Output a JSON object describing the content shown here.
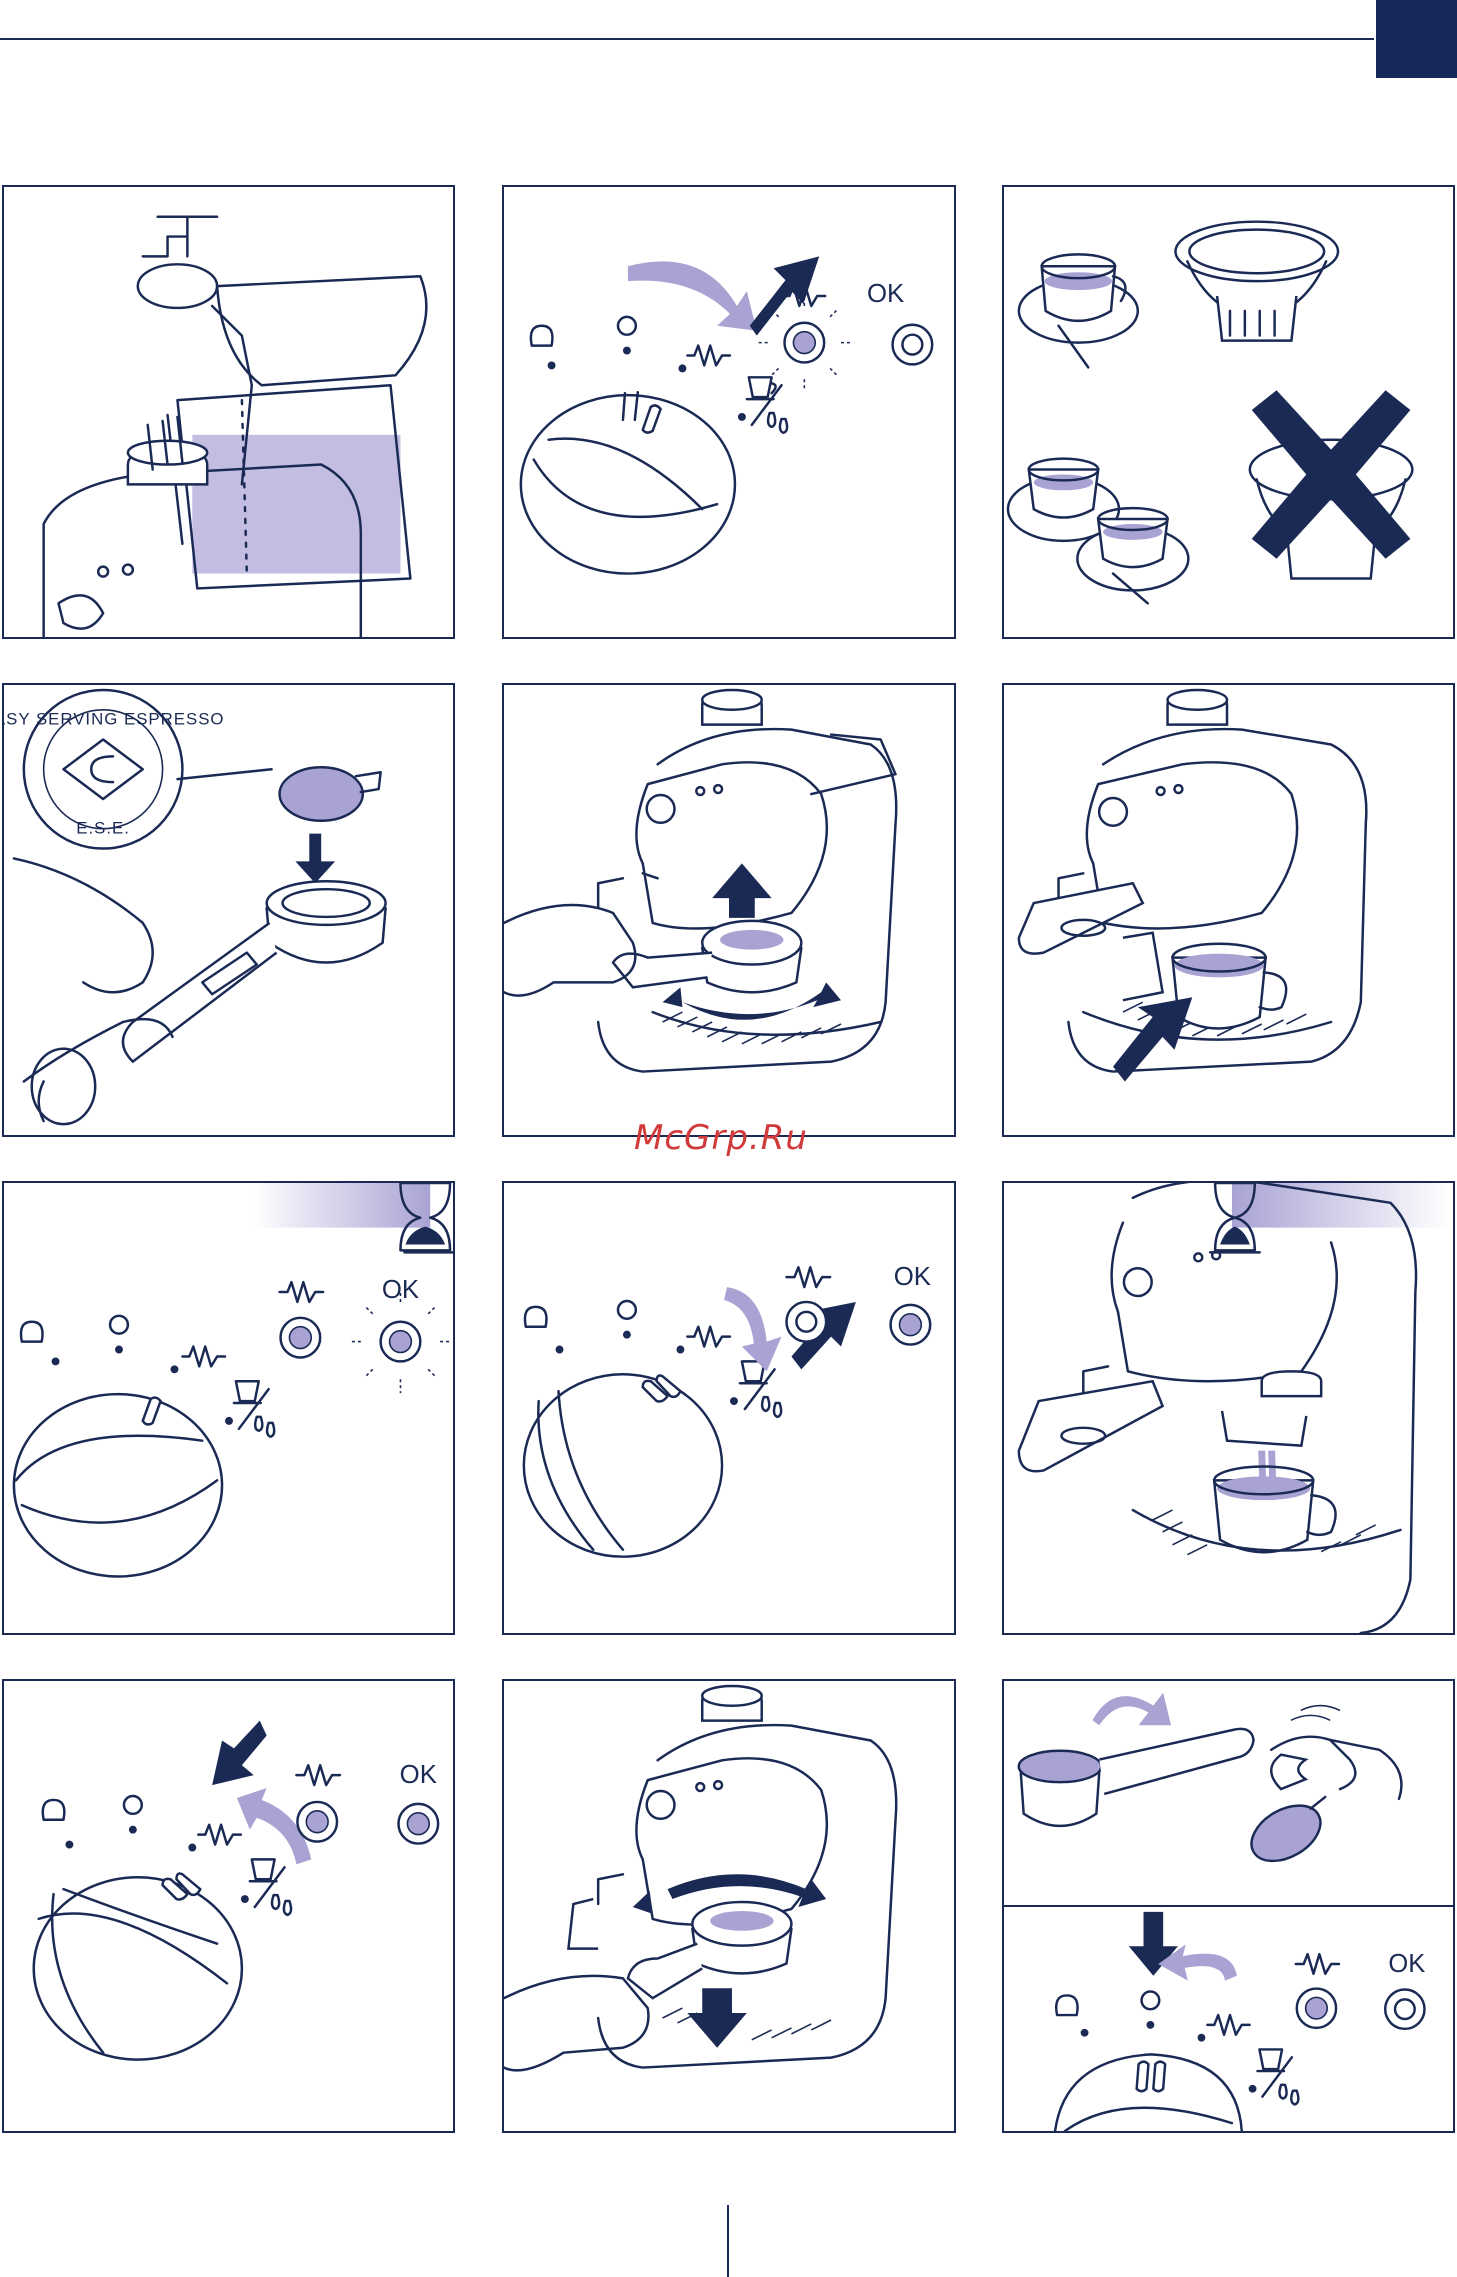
{
  "page": {
    "ok_label": "OK",
    "ese_top": "EASY SERVING ESPRESSO",
    "ese_bottom": "E.S.E.",
    "watermark": "McGrp.Ru"
  },
  "colors": {
    "navy": "#1b2a55",
    "lavender": "#a9a3d4",
    "watermark": "#d03a3a"
  },
  "panels": [
    {
      "id": "p1",
      "icon": "fill-water-tank-illustration"
    },
    {
      "id": "p2",
      "icon": "turn-knob-heating-illustration"
    },
    {
      "id": "p3",
      "icon": "cups-and-filters-illustration"
    },
    {
      "id": "p4",
      "icon": "ese-pod-insert-illustration"
    },
    {
      "id": "p5",
      "icon": "attach-filter-holder-illustration"
    },
    {
      "id": "p6",
      "icon": "place-cup-illustration"
    },
    {
      "id": "p7",
      "icon": "wait-ok-light-illustration"
    },
    {
      "id": "p8",
      "icon": "turn-knob-coffee-illustration"
    },
    {
      "id": "p9",
      "icon": "coffee-dispensing-illustration"
    },
    {
      "id": "p10",
      "icon": "turn-knob-stop-illustration"
    },
    {
      "id": "p11",
      "icon": "remove-filter-holder-illustration"
    },
    {
      "id": "p12",
      "icon": "discard-pod-illustration"
    },
    {
      "id": "p13",
      "icon": "knob-to-off-illustration"
    }
  ]
}
